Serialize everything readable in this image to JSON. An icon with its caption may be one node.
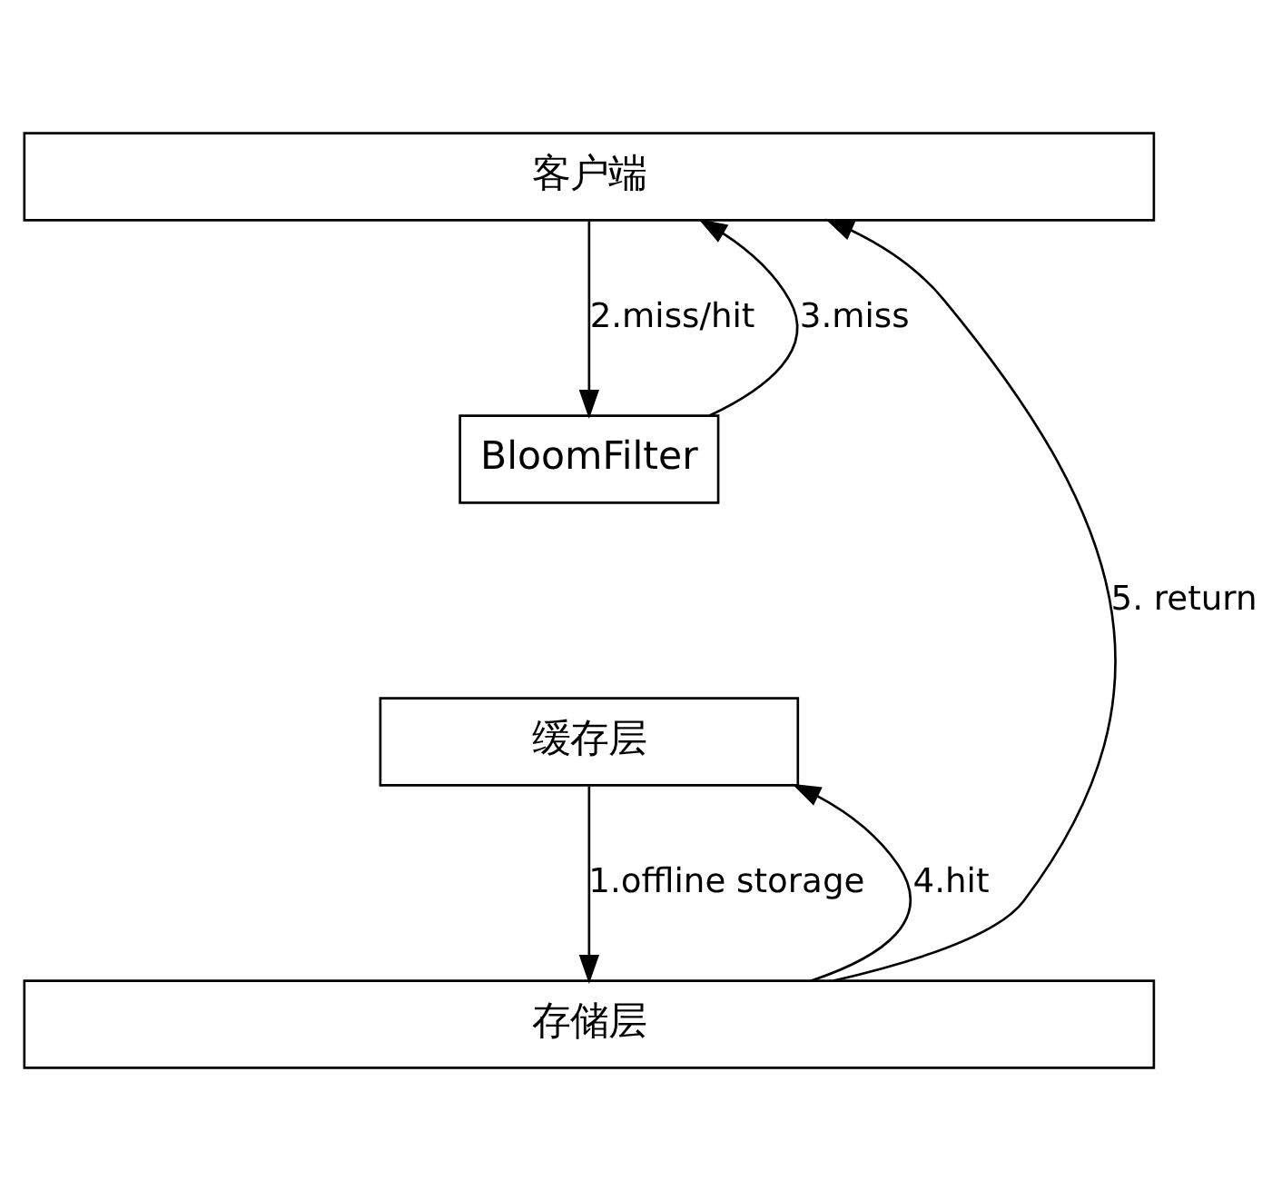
{
  "diagram": {
    "nodes": [
      {
        "text": [
          "客户端"
        ]
      },
      {
        "text": [
          "BloomFilter"
        ]
      },
      {
        "text": [
          "缓存层"
        ]
      },
      {
        "text": [
          "存储层"
        ]
      }
    ],
    "edges": [
      {
        "from": 0,
        "to": 1,
        "arrow": "to",
        "label": "2.miss/hit"
      },
      {
        "from": 1,
        "to": 0,
        "arrow": "to",
        "label": "3.miss"
      },
      {
        "from": 2,
        "to": 3,
        "arrow": "to",
        "label": "1.offline storage"
      },
      {
        "from": 3,
        "to": 2,
        "arrow": "to",
        "label": "4.hit"
      },
      {
        "from": 3,
        "to": 0,
        "arrow": "to",
        "label": "5. return"
      }
    ]
  }
}
